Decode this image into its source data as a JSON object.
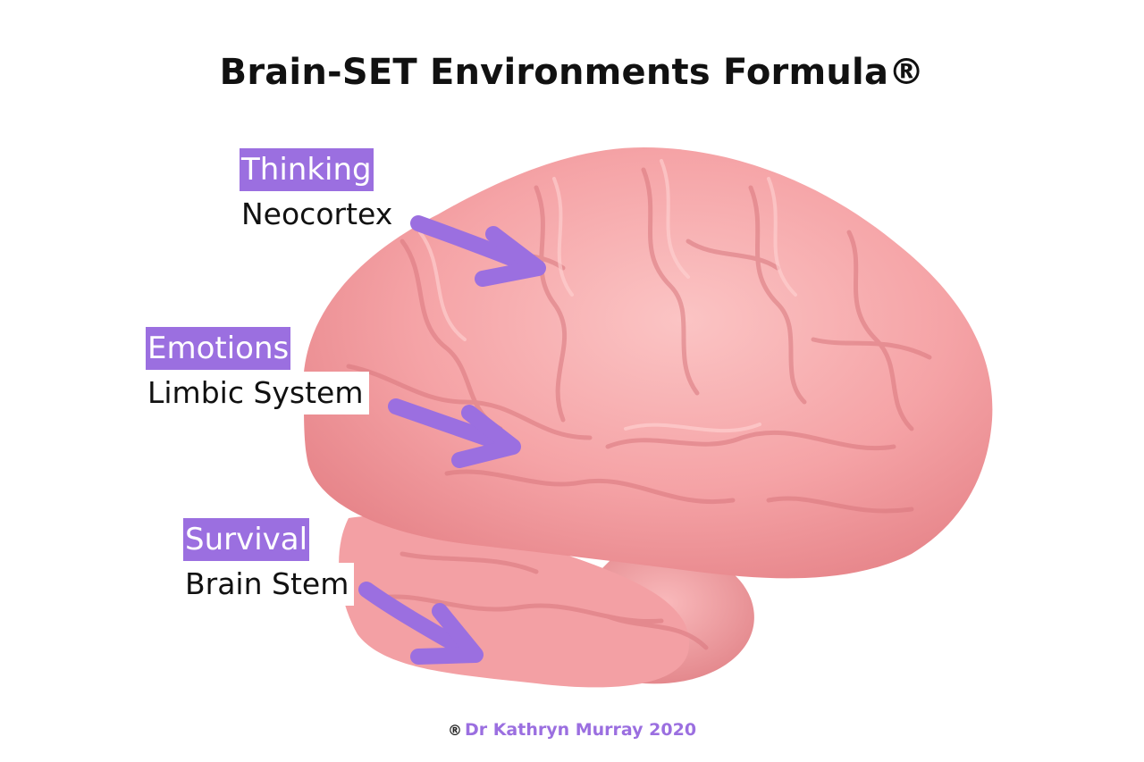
{
  "title": "Brain-SET Environments Formula®",
  "labels": [
    {
      "tag": "Thinking",
      "sub": "Neocortex"
    },
    {
      "tag": "Emotions",
      "sub": "Limbic System"
    },
    {
      "tag": "Survival",
      "sub": "Brain Stem"
    }
  ],
  "footer": {
    "symbol": "®",
    "text": "Dr Kathryn Murray 2020"
  },
  "colors": {
    "accent": "#9b6fe0",
    "brain": "#f7a9ab",
    "title": "#111111"
  }
}
